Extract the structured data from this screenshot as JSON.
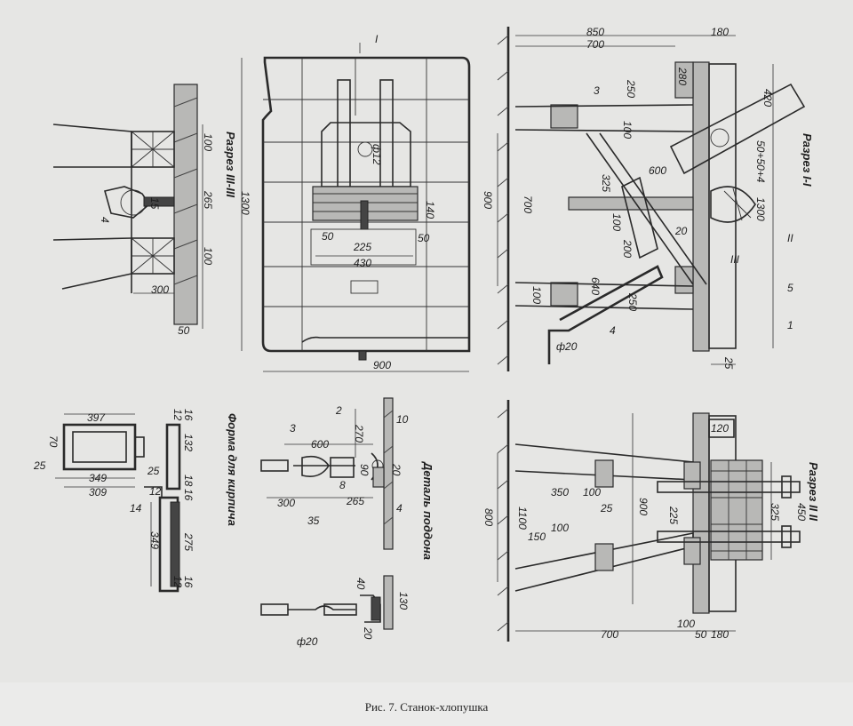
{
  "caption": "Рис. 7. Станок-хлопушка",
  "sections": {
    "s3": "Разрез III-III",
    "s1": "Разрез I-I",
    "s2": "Разрез II II",
    "form": "Форма для кирпича",
    "detail": "Деталь поддона"
  },
  "dims": {
    "s3_100": "100",
    "s3_265": "265",
    "s3_100b": "100",
    "s3_300": "300",
    "s3_50": "50",
    "s3_15": "15",
    "s3_4": "4",
    "top_1300": "1300",
    "top_900": "900",
    "top_12": "ф12",
    "top_140": "140",
    "top_50a": "50",
    "top_50b": "50",
    "top_225": "225",
    "top_430": "430",
    "top_mark": "I",
    "s1_850": "850",
    "s1_700": "700",
    "s1_180": "180",
    "s1_250": "250",
    "s1_280": "280",
    "s1_420": "420",
    "s1_100": "100",
    "s1_3": "3",
    "s1_600": "600",
    "s1_325": "325",
    "s1_700v": "700",
    "s1_900": "900",
    "s1_20": "20",
    "s1_100b": "100",
    "s1_200": "200",
    "s1_640": "640",
    "s1_4": "4",
    "s1_100c": "100",
    "s1_250b": "250",
    "s1_20b": "ф20",
    "s1_25": "25",
    "s1_5": "5",
    "s1_1": "1",
    "s1_1300": "1300",
    "s1_50": "50+50+4",
    "s1_2": "II",
    "s1_3m": "III",
    "f_397": "397",
    "f_16": "16",
    "f_132": "132",
    "f_18": "18",
    "f_16b": "16",
    "f_12": "12",
    "f_25": "25",
    "f_25b": "25",
    "f_349": "349",
    "f_309": "309",
    "f_14": "14",
    "f_12b": "12",
    "f_349v": "349",
    "f_275": "275",
    "f_16c": "16",
    "f_12c": "12",
    "f_70": "70",
    "d_2": "2",
    "d_10": "10",
    "d_270": "270",
    "d_3": "3",
    "d_600": "600",
    "d_300": "300",
    "d_35": "35",
    "d_265": "265",
    "d_8": "8",
    "d_4": "4",
    "d_90": "90",
    "d_20": "20",
    "d_40": "40",
    "d_130": "130",
    "d_20b": "20",
    "d_20c": "ф20",
    "s2_120": "120",
    "s2_350": "350",
    "s2_100": "100",
    "s2_25": "25",
    "s2_1100": "1100",
    "s2_150": "150",
    "s2_100b": "100",
    "s2_900": "900",
    "s2_225": "225",
    "s2_325": "325",
    "s2_450": "450",
    "s2_800": "800",
    "s2_700": "700",
    "s2_100c": "100",
    "s2_50": "50",
    "s2_180": "180"
  }
}
